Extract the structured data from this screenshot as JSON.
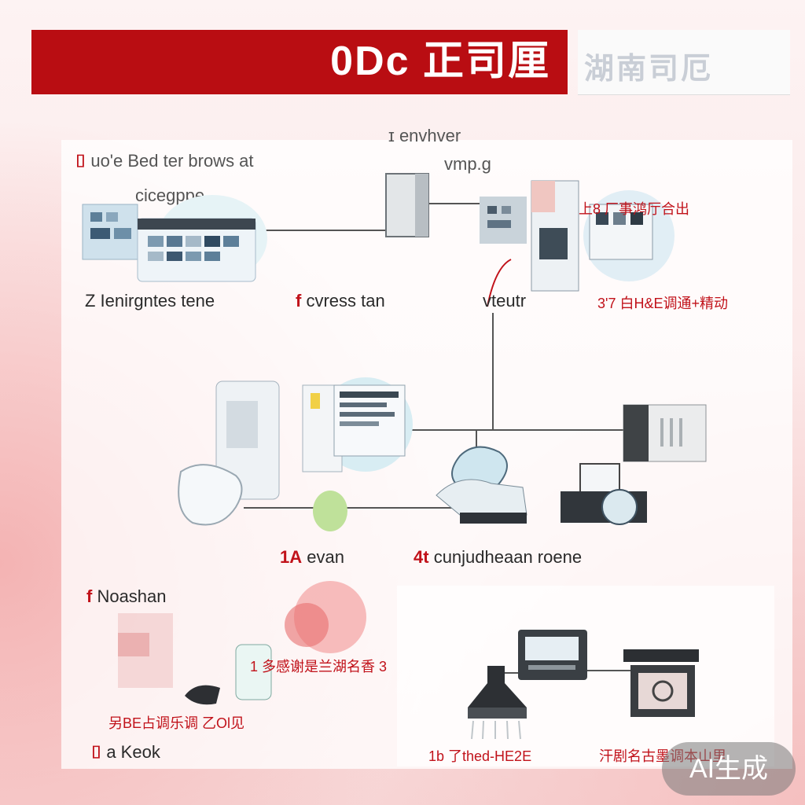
{
  "header": {
    "title": "0Dc 正司厘",
    "ghost_title": "湖南司厄"
  },
  "labels": {
    "top_left_mark": "⌷",
    "top_left_title": "uo'e Bed ter brows at",
    "top_left_sub": "cicegppe",
    "top_center_1": "ɪ envhver",
    "top_center_2": "vmp.g",
    "top_right_tag": "上8 厂事鸿厅合出",
    "row1_a": "Z Ienirgntes tene",
    "row1_b_mark": "f",
    "row1_b": "cvress tan",
    "row1_c": "vteutr",
    "row1_d": "3'7 白H&E调通+精动",
    "mid_a_mark": "1A",
    "mid_a": "evan",
    "mid_b_mark": "4t",
    "mid_b": "cunjudheaan roene",
    "lower_left_mark": "f",
    "lower_left": "Noashan",
    "lower_mid_tag": "1 多感谢是兰湖名香 3",
    "lower_left_tag": "另BE占调乐调 乙Ol见",
    "bottom_left_mark": "⌷",
    "bottom_left": "a Keok",
    "bottom_mid": "1b 了thed-HE2E",
    "bottom_right": "汗剧名古墨调本山里"
  },
  "badge": "AI生成",
  "colors": {
    "accent": "#b90d12",
    "line": "#555555"
  }
}
